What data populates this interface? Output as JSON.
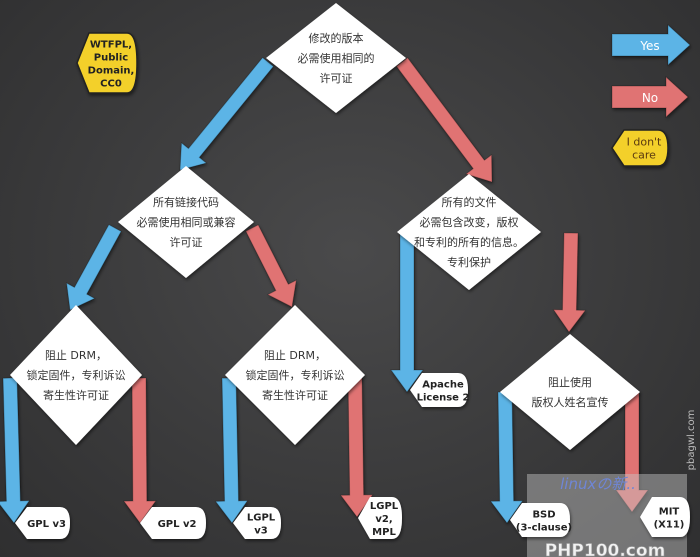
{
  "colors": {
    "yes": "#5bb4e6",
    "no": "#e07373",
    "dontcare": "#f3d02c",
    "node": "#ffffff",
    "background": "#3a3a3b"
  },
  "legend": {
    "yes": "Yes",
    "no": "No",
    "dontcare": [
      "I don't",
      "care"
    ]
  },
  "dontcare_node": [
    "WTFPL,",
    "Public",
    "Domain,",
    "CC0"
  ],
  "questions": {
    "q1": [
      "修改的版本",
      "必需使用相同的",
      "许可证"
    ],
    "q2": [
      "所有链接代码",
      "必需使用相同或兼容",
      "许可证"
    ],
    "q3": [
      "所有的文件",
      "必需包含改变，版权",
      "和专利的所有的信息。",
      "专利保护"
    ],
    "q4": [
      "阻止 DRM，",
      "锁定固件，专利诉讼",
      "寄生性许可证"
    ],
    "q5": [
      "阻止 DRM，",
      "锁定固件，专利诉讼",
      "寄生性许可证"
    ],
    "q6": [
      "阻止使用",
      "版权人姓名宣传"
    ]
  },
  "licenses": {
    "gplv3": [
      "GPL v3"
    ],
    "gplv2": [
      "GPL v2"
    ],
    "lgplv3": [
      "LGPL",
      "v3"
    ],
    "lgplv2": [
      "LGPL",
      "v2,",
      "MPL"
    ],
    "apache": [
      "Apache",
      "License 2"
    ],
    "bsd": [
      "BSD",
      "(3-clause)"
    ],
    "mit": [
      "MIT",
      "(X11)"
    ]
  },
  "credit": "pbagwl.com",
  "watermark": {
    "line1": "linuxの新..",
    "line2": "PHP100.com"
  }
}
